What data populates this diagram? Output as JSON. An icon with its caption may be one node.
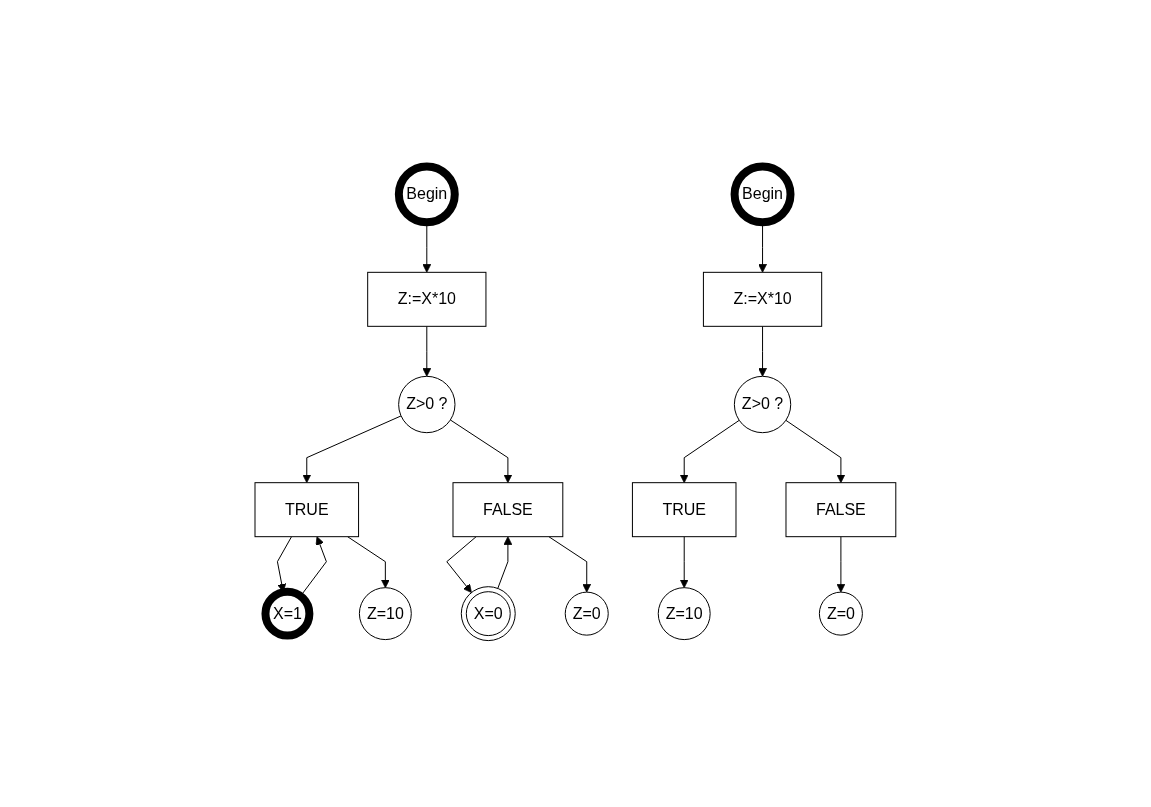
{
  "diagram": {
    "nodes": [
      {
        "text": [
          "Begin"
        ]
      },
      {
        "text": [
          "Z:=X*10"
        ]
      },
      {
        "text": [
          "Z>0 ?"
        ]
      },
      {
        "text": [
          "X=1"
        ]
      },
      {
        "text": [
          "X=0"
        ]
      },
      {
        "text": [
          "TRUE"
        ]
      },
      {
        "text": [
          "FALSE"
        ]
      },
      {
        "text": [
          "Z=10"
        ]
      },
      {
        "text": [
          "Z=0"
        ]
      },
      {
        "text": [
          "Begin"
        ]
      },
      {
        "text": [
          "Z:=X*10"
        ]
      },
      {
        "text": [
          "Z>0 ?"
        ]
      },
      {
        "text": [
          "TRUE"
        ]
      },
      {
        "text": [
          "FALSE"
        ]
      },
      {
        "text": [
          "Z=10"
        ]
      },
      {
        "text": [
          "Z=0"
        ]
      }
    ],
    "edges": [
      {
        "from": 0,
        "to": 1,
        "arrow": "to"
      },
      {
        "from": 1,
        "to": 2,
        "arrow": "to"
      },
      {
        "from": 2,
        "to": 5,
        "arrow": "to"
      },
      {
        "from": 2,
        "to": 6,
        "arrow": "to"
      },
      {
        "from": 3,
        "to": 5,
        "arrow": "to"
      },
      {
        "from": 5,
        "to": 3,
        "arrow": "to"
      },
      {
        "from": 4,
        "to": 6,
        "arrow": "to"
      },
      {
        "from": 6,
        "to": 4,
        "arrow": "to"
      },
      {
        "from": 5,
        "to": 7,
        "arrow": "to"
      },
      {
        "from": 6,
        "to": 8,
        "arrow": "to"
      },
      {
        "from": 9,
        "to": 10,
        "arrow": "to"
      },
      {
        "from": 10,
        "to": 11,
        "arrow": "to"
      },
      {
        "from": 11,
        "to": 12,
        "arrow": "to"
      },
      {
        "from": 11,
        "to": 13,
        "arrow": "to"
      },
      {
        "from": 12,
        "to": 14,
        "arrow": "to"
      },
      {
        "from": 13,
        "to": 15,
        "arrow": "to"
      }
    ]
  }
}
